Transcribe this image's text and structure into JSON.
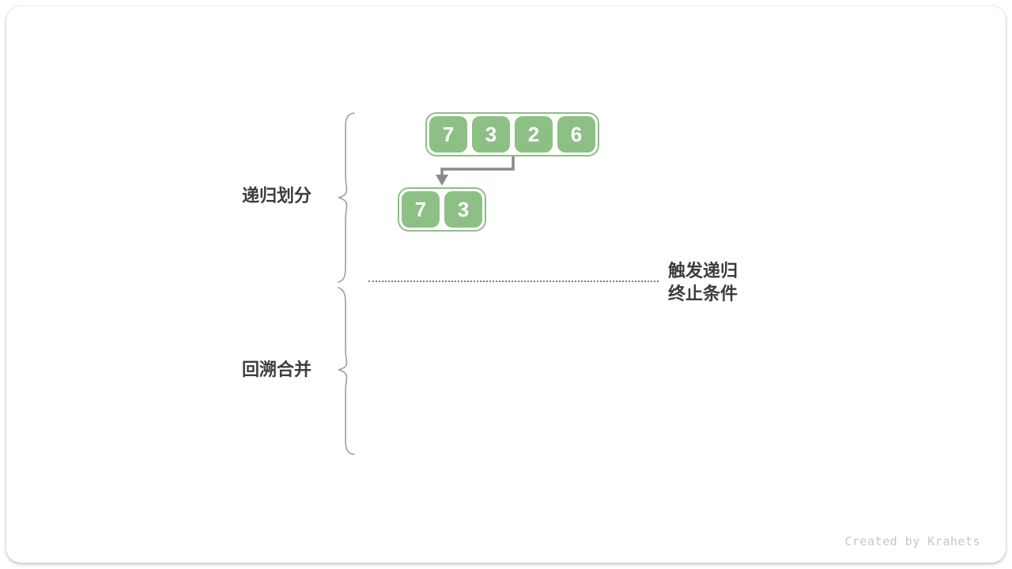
{
  "page": {
    "credit": "Created by Krahets"
  },
  "diagram": {
    "section_labels": [
      {
        "id": "divide",
        "label": "递归划分"
      },
      {
        "id": "merge",
        "label": "回溯合并"
      }
    ],
    "annotation": {
      "line1": "触发递归",
      "line2": "终止条件"
    },
    "arrays": {
      "level1": [
        "7",
        "3",
        "2",
        "6"
      ],
      "level2": [
        "7",
        "3"
      ]
    },
    "icons": {
      "split_arrow": "down-left-elbow-arrow-icon"
    },
    "colors": {
      "cell_green": "#8CC084",
      "arrow_gray": "#8A8A8A",
      "brace_gray": "#9E9E9E",
      "label_text": "#3C3C3C",
      "credit_gray": "#C7C7C7"
    }
  }
}
